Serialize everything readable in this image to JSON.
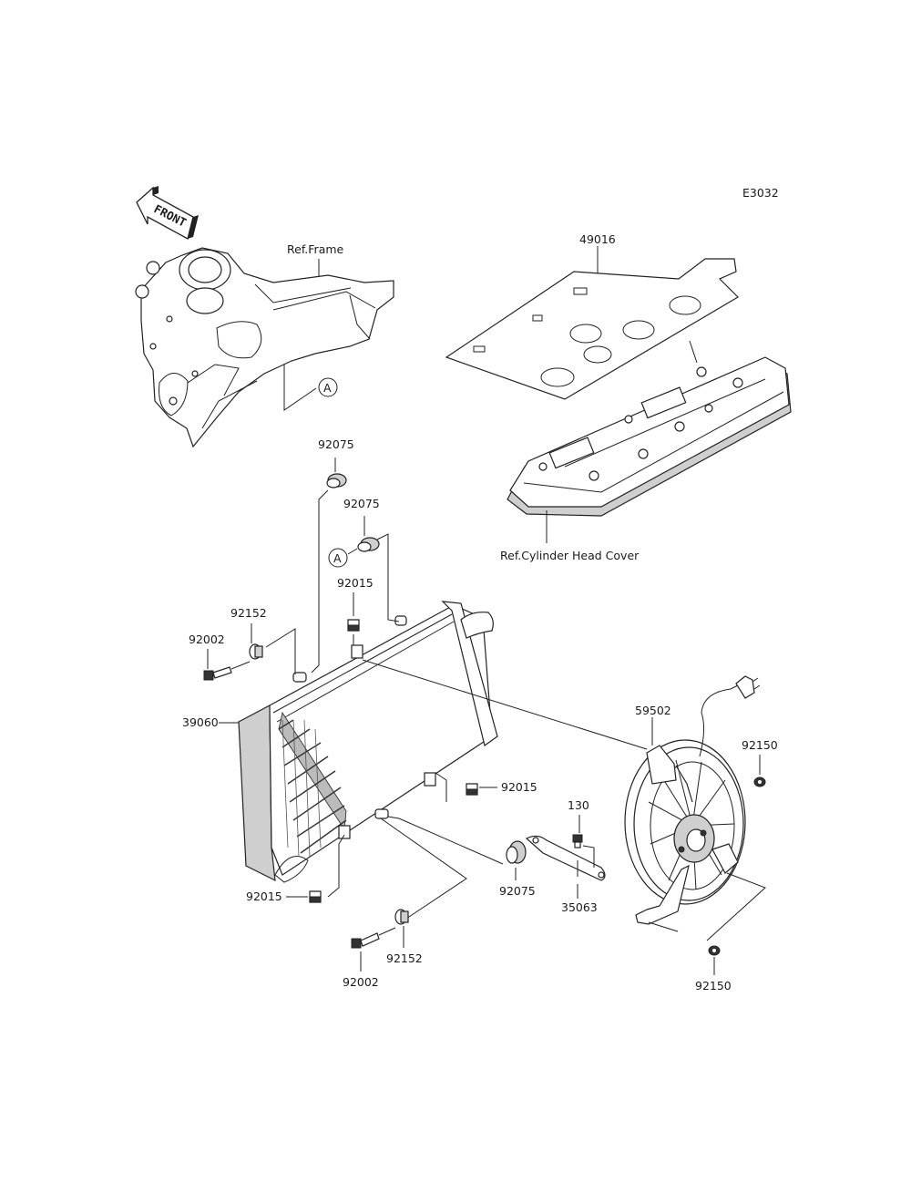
{
  "diagram": {
    "code": "E3032",
    "front_label": "FRONT",
    "ref_frame": "Ref.Frame",
    "ref_cylinder_head_cover": "Ref.Cylinder Head Cover",
    "marker_a": "A",
    "parts": {
      "p49016": "49016",
      "p92075_a": "92075",
      "p92075_b": "92075",
      "p92075_c": "92075",
      "p92015_a": "92015",
      "p92015_b": "92015",
      "p92015_c": "92015",
      "p92152_a": "92152",
      "p92152_b": "92152",
      "p92002_a": "92002",
      "p92002_b": "92002",
      "p39060": "39060",
      "p59502": "59502",
      "p92150_a": "92150",
      "p92150_b": "92150",
      "p130": "130",
      "p35063": "35063"
    }
  }
}
